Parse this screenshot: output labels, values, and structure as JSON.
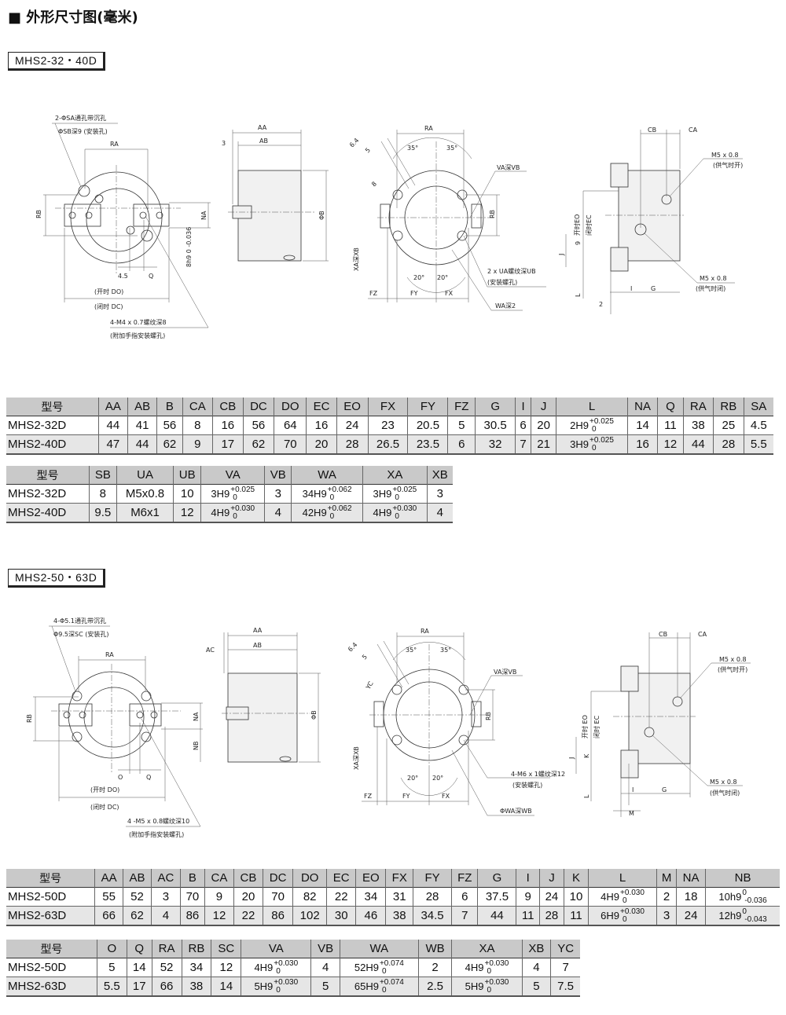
{
  "title": "■ 外形尺寸图(毫米)",
  "sections": [
    {
      "model": "MHS2-32・40D",
      "drawing": {
        "front": {
          "note1a": "2-ΦSA通孔带沉孔",
          "note1b": "ΦSB深9 (安装孔)",
          "RA": "RA",
          "RB": "RB",
          "NA": "NA",
          "h9": "8h9 0 -0.036",
          "d45": "4.5",
          "Q": "Q",
          "DO": "(开时 DO)",
          "DC": "(闭时 DC)",
          "note2a": "4-M4 x 0.7螺纹深8",
          "note2b": "(附加手指安装螺孔)"
        },
        "side": {
          "AA": "AA",
          "AB": "AB",
          "off": "3",
          "B": "ΦB"
        },
        "rear": {
          "RA": "RA",
          "a1": "35°",
          "a2": "35°",
          "d64": "6.4",
          "d5": "5",
          "d8": "8",
          "VA": "VA深VB",
          "RB": "RB",
          "XA": "XA深XB",
          "b1": "20°",
          "b2": "20°",
          "UAa": "2 x UA螺纹深UB",
          "UAb": "(安装螺孔)",
          "WA": "WA深2",
          "FZ": "FZ",
          "FY": "FY",
          "FX": "FX"
        },
        "port": {
          "CB": "CB",
          "CA": "CA",
          "p1a": "M5 x 0.8",
          "p1b": "(供气时开)",
          "EO": "开时EO",
          "EC": "闭时EC",
          "d9": "9",
          "J": "J",
          "L": "L",
          "d2": "2",
          "I": "I",
          "G": "G",
          "p2a": "M5 x 0.8",
          "p2b": "(供气时闭)"
        }
      },
      "tables": [
        {
          "headers": [
            "型号",
            "AA",
            "AB",
            "B",
            "CA",
            "CB",
            "DC",
            "DO",
            "EC",
            "EO",
            "FX",
            "FY",
            "FZ",
            "G",
            "I",
            "J",
            "L",
            "NA",
            "Q",
            "RA",
            "RB",
            "SA"
          ],
          "rows": [
            [
              "MHS2-32D",
              "44",
              "41",
              "56",
              "8",
              "16",
              "56",
              "64",
              "16",
              "24",
              "23",
              "20.5",
              "5",
              "30.5",
              "6",
              "20",
              {
                "base": "2H9",
                "up": "+0.025",
                "low": "0"
              },
              "14",
              "11",
              "38",
              "25",
              "4.5"
            ],
            [
              "MHS2-40D",
              "47",
              "44",
              "62",
              "9",
              "17",
              "62",
              "70",
              "20",
              "28",
              "26.5",
              "23.5",
              "6",
              "32",
              "7",
              "21",
              {
                "base": "3H9",
                "up": "+0.025",
                "low": "0"
              },
              "16",
              "12",
              "44",
              "28",
              "5.5"
            ]
          ]
        },
        {
          "headers": [
            "型号",
            "SB",
            "UA",
            "UB",
            "VA",
            "VB",
            "WA",
            "XA",
            "XB"
          ],
          "rows": [
            [
              "MHS2-32D",
              "8",
              "M5x0.8",
              "10",
              {
                "base": "3H9",
                "up": "+0.025",
                "low": "0"
              },
              "3",
              {
                "base": "34H9",
                "up": "+0.062",
                "low": "0"
              },
              {
                "base": "3H9",
                "up": "+0.025",
                "low": "0"
              },
              "3"
            ],
            [
              "MHS2-40D",
              "9.5",
              "M6x1",
              "12",
              {
                "base": "4H9",
                "up": "+0.030",
                "low": "0"
              },
              "4",
              {
                "base": "42H9",
                "up": "+0.062",
                "low": "0"
              },
              {
                "base": "4H9",
                "up": "+0.030",
                "low": "0"
              },
              "4"
            ]
          ]
        }
      ]
    },
    {
      "model": "MHS2-50・63D",
      "drawing": {
        "front": {
          "note1a": "4-Φ5.1通孔带沉孔",
          "note1b": "Φ9.5深SC (安装孔)",
          "RA": "RA",
          "RB": "RB",
          "NA": "NA",
          "NB": "NB",
          "O": "O",
          "Q": "Q",
          "DO": "(开时 DO)",
          "DC": "(闭时 DC)",
          "note2a": "4 -M5 x 0.8螺纹深10",
          "note2b": "(附加手指安装螺孔)"
        },
        "side": {
          "AA": "AA",
          "AB": "AB",
          "AC": "AC",
          "B": "ΦB"
        },
        "rear": {
          "RA": "RA",
          "a1": "35°",
          "a2": "35°",
          "d64": "6.4",
          "d5": "5",
          "YC": "YC",
          "VA": "VA深VB",
          "RB": "RB",
          "XA": "XA深XB",
          "b1": "20°",
          "b2": "20°",
          "M6a": "4-M6 x 1螺纹深12",
          "M6b": "(安装螺孔)",
          "WA": "ΦWA深WB",
          "FZ": "FZ",
          "FY": "FY",
          "FX": "FX"
        },
        "port": {
          "CB": "CB",
          "CA": "CA",
          "p1a": "M5 x 0.8",
          "p1b": "(供气时开)",
          "EO": "开时 EO",
          "EC": "闭时 EC",
          "K": "K",
          "J": "J",
          "L": "L",
          "M": "M",
          "I": "I",
          "G": "G",
          "p2a": "M5 x 0.8",
          "p2b": "(供气时闭)"
        }
      },
      "tables": [
        {
          "headers": [
            "型号",
            "AA",
            "AB",
            "AC",
            "B",
            "CA",
            "CB",
            "DC",
            "DO",
            "EC",
            "EO",
            "FX",
            "FY",
            "FZ",
            "G",
            "I",
            "J",
            "K",
            "L",
            "M",
            "NA",
            "NB"
          ],
          "rows": [
            [
              "MHS2-50D",
              "55",
              "52",
              "3",
              "70",
              "9",
              "20",
              "70",
              "82",
              "22",
              "34",
              "31",
              "28",
              "6",
              "37.5",
              "9",
              "24",
              "10",
              {
                "base": "4H9",
                "up": "+0.030",
                "low": "0"
              },
              "2",
              "18",
              {
                "base": "10h9",
                "up": "0",
                "low": "-0.036"
              }
            ],
            [
              "MHS2-63D",
              "66",
              "62",
              "4",
              "86",
              "12",
              "22",
              "86",
              "102",
              "30",
              "46",
              "38",
              "34.5",
              "7",
              "44",
              "11",
              "28",
              "11",
              {
                "base": "6H9",
                "up": "+0.030",
                "low": "0"
              },
              "3",
              "24",
              {
                "base": "12h9",
                "up": "0",
                "low": "-0.043"
              }
            ]
          ]
        },
        {
          "headers": [
            "型号",
            "O",
            "Q",
            "RA",
            "RB",
            "SC",
            "VA",
            "VB",
            "WA",
            "WB",
            "XA",
            "XB",
            "YC"
          ],
          "rows": [
            [
              "MHS2-50D",
              "5",
              "14",
              "52",
              "34",
              "12",
              {
                "base": "4H9",
                "up": "+0.030",
                "low": "0"
              },
              "4",
              {
                "base": "52H9",
                "up": "+0.074",
                "low": "0"
              },
              "2",
              {
                "base": "4H9",
                "up": "+0.030",
                "low": "0"
              },
              "4",
              "7"
            ],
            [
              "MHS2-63D",
              "5.5",
              "17",
              "66",
              "38",
              "14",
              {
                "base": "5H9",
                "up": "+0.030",
                "low": "0"
              },
              "5",
              {
                "base": "65H9",
                "up": "+0.074",
                "low": "0"
              },
              "2.5",
              {
                "base": "5H9",
                "up": "+0.030",
                "low": "0"
              },
              "5",
              "7.5"
            ]
          ]
        }
      ]
    }
  ]
}
